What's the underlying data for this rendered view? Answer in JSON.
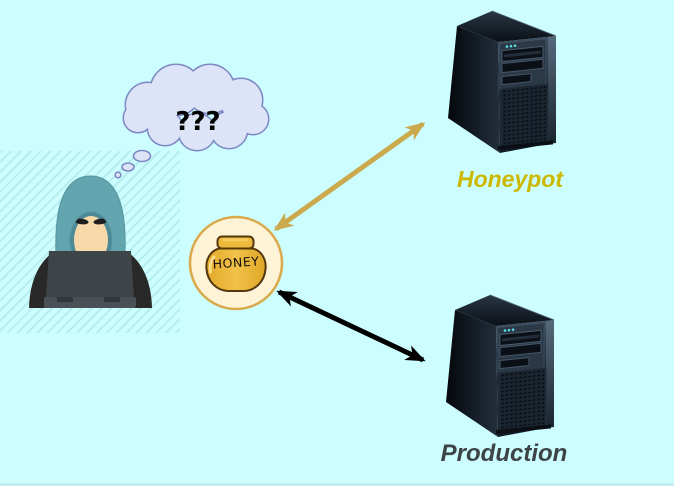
{
  "scene": {
    "background_color": "#ccfeff",
    "attacker": {
      "icon": "hacker-icon",
      "thought_text": "???"
    },
    "lure": {
      "icon": "honey-jar-icon",
      "jar_text": "HONEY",
      "badge_fill": "#fdf3d6",
      "badge_ring_color": "#d9a94c"
    },
    "honeypot_server": {
      "icon": "server-tower-icon",
      "label": "Honeypot",
      "label_color": "#cdb800",
      "arrow_color": "#cba94d"
    },
    "production_server": {
      "icon": "server-tower-icon",
      "label": "Production",
      "label_color": "#3d4347",
      "arrow_color": "#000000"
    }
  }
}
